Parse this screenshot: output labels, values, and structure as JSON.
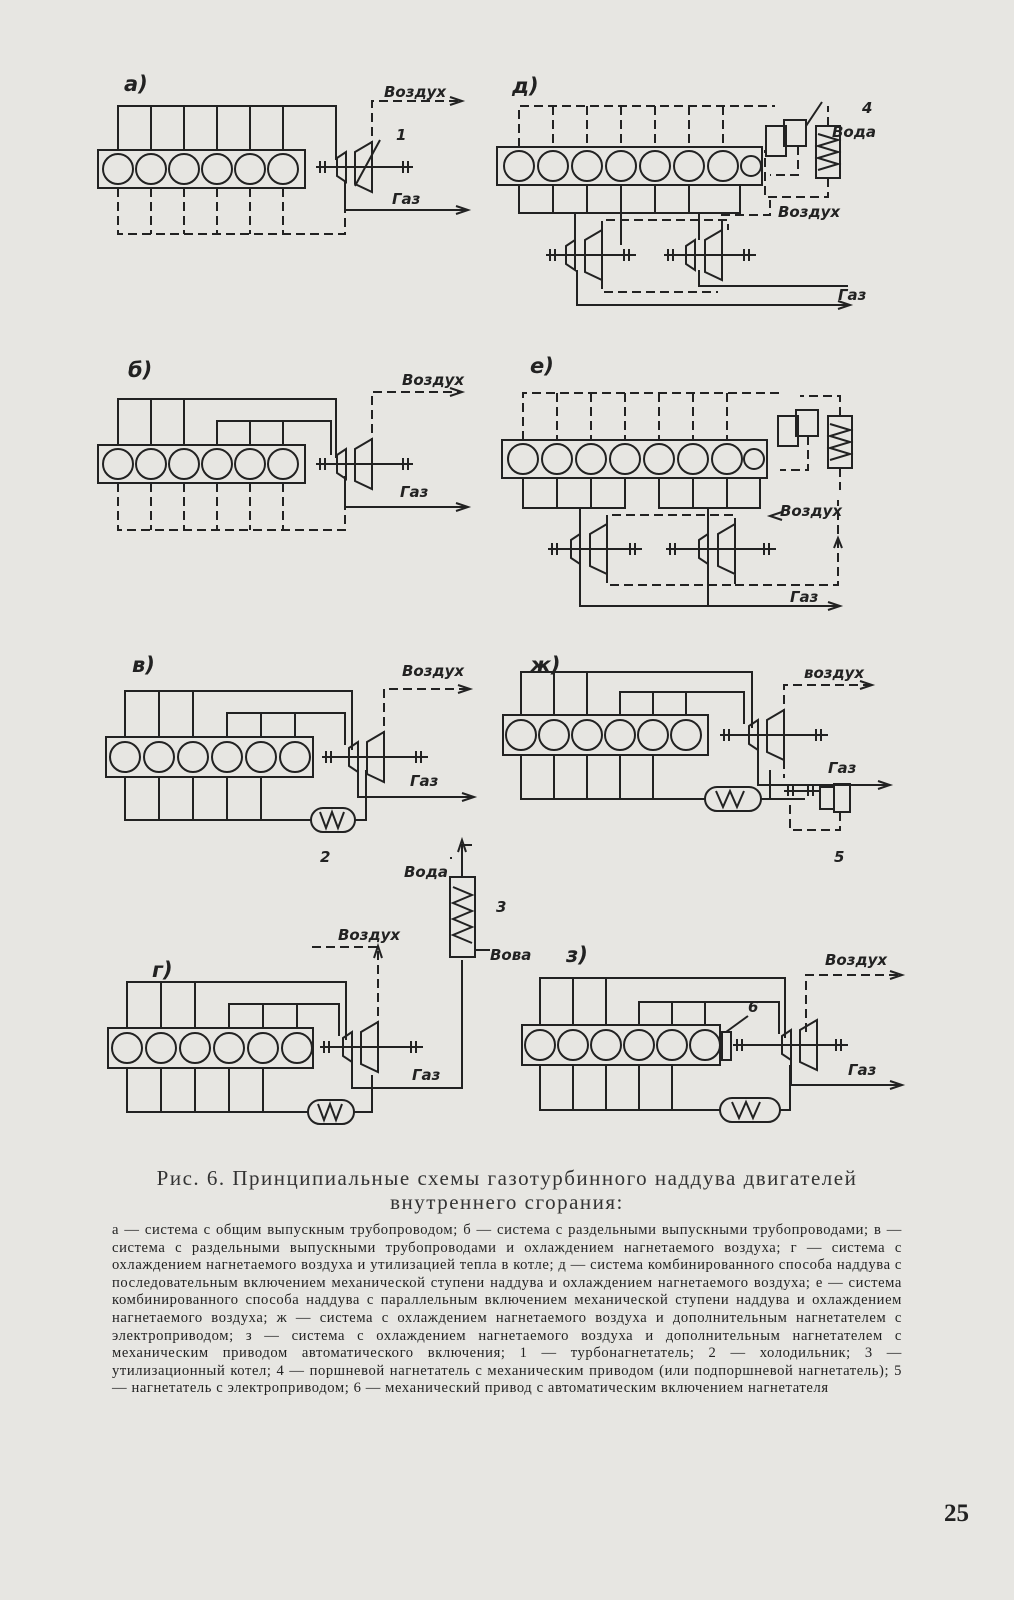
{
  "figure": {
    "schemes": [
      {
        "id": "a",
        "label": "а)"
      },
      {
        "id": "b",
        "label": "б)"
      },
      {
        "id": "v",
        "label": "в)"
      },
      {
        "id": "g",
        "label": "г)"
      },
      {
        "id": "d",
        "label": "д)"
      },
      {
        "id": "e",
        "label": "е)"
      },
      {
        "id": "zh",
        "label": "ж)"
      },
      {
        "id": "z",
        "label": "з)"
      }
    ],
    "labels": {
      "air": "Воздух",
      "air_zh": "воздух",
      "gas": "Газ",
      "water": "Вода",
      "water_g_out": "Вова"
    },
    "numbers": [
      "1",
      "2",
      "3",
      "4",
      "5",
      "6"
    ]
  },
  "caption": {
    "title": "Рис. 6. Принципиальные схемы газотурбинного наддува двигателей внутреннего сгорания:",
    "body": "а — система с общим выпускным трубопроводом; б — система с раздельными выпускными трубопроводами; в — система с раздельными выпускными трубопроводами и охлаждением нагнетаемого воздуха; г — система с охлаждением нагнетаемого воздуха и утилизацией тепла в котле; д — система комбинированного способа наддува с последовательным включением механической ступени наддува и охлаждением нагнетаемого воздуха; е — система комбинированного способа наддува с параллельным включением механической ступени наддува и охлаждением нагнетаемого воздуха; ж — система с охлаждением нагнетаемого воздуха и дополнительным нагнетателем с электроприводом; з — система с охлаждением нагнетаемого воздуха и дополнительным нагнетателем с механическим приводом автоматического включения; 1 — турбонагнетатель; 2 — холодильник; 3 — утилизационный котел; 4 — поршневой нагнетатель с механическим приводом (или подпоршневой нагнетатель); 5 — нагнетатель с электроприводом; 6 — механический привод с автоматическим включением нагнетателя"
  },
  "page_number": "25"
}
